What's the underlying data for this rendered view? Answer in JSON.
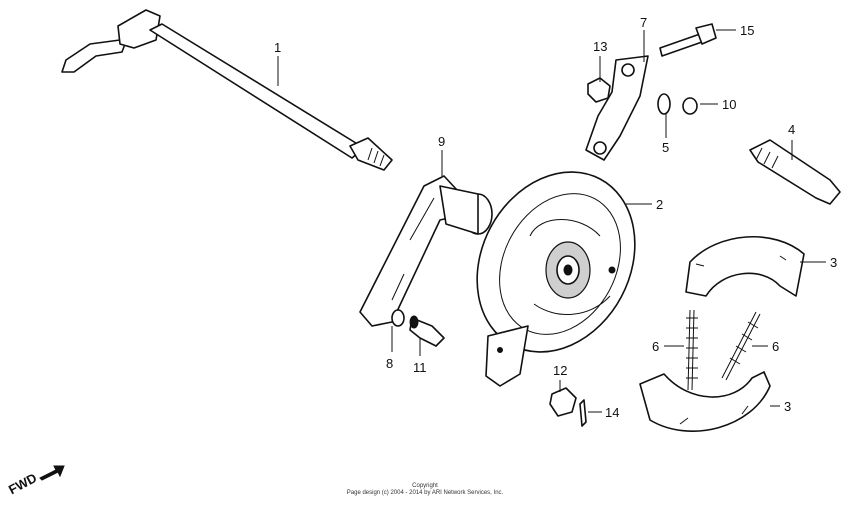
{
  "diagram": {
    "callouts": [
      {
        "id": "1",
        "text": "1"
      },
      {
        "id": "2",
        "text": "2"
      },
      {
        "id": "3a",
        "text": "3"
      },
      {
        "id": "3b",
        "text": "3"
      },
      {
        "id": "4",
        "text": "4"
      },
      {
        "id": "5",
        "text": "5"
      },
      {
        "id": "6a",
        "text": "6"
      },
      {
        "id": "6b",
        "text": "6"
      },
      {
        "id": "7",
        "text": "7"
      },
      {
        "id": "8",
        "text": "8"
      },
      {
        "id": "9",
        "text": "9"
      },
      {
        "id": "10",
        "text": "10"
      },
      {
        "id": "11",
        "text": "11"
      },
      {
        "id": "12",
        "text": "12"
      },
      {
        "id": "13",
        "text": "13"
      },
      {
        "id": "14",
        "text": "14"
      },
      {
        "id": "15",
        "text": "15"
      }
    ],
    "direction_label": "FWD",
    "copyright_line1": "Copyright",
    "copyright_line2": "Page design (c) 2004 - 2014 by ARI Network Services, Inc."
  }
}
